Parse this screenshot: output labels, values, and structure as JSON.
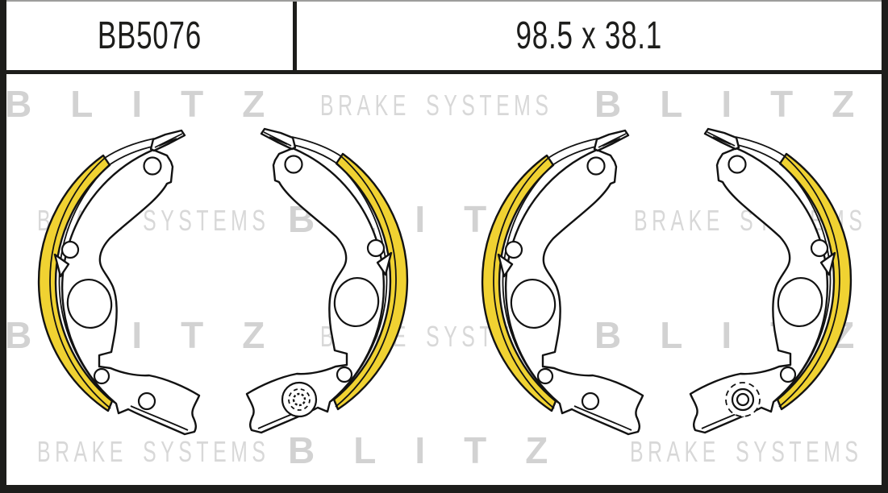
{
  "header": {
    "part_number": "BB5076",
    "size": "98.5 x 38.1"
  },
  "watermark": {
    "brand": "BLITZ",
    "tagline": "BRAKE SYSTEMS",
    "row_pattern": [
      "brand tagline brand",
      "tagline brand tagline",
      "brand tagline brand",
      "tagline brand tagline"
    ]
  },
  "drawing": {
    "shoe_count": 4,
    "pairs": 2,
    "lining_color": "#f0d232"
  },
  "colors": {
    "lining": "#f0d232",
    "outline": "#121212",
    "frame": "#1d1d1b",
    "header_text": "#1d1d1b",
    "watermark_brand": "#d2d2d2",
    "watermark_tagline": "#d8d8d8",
    "background": "#ffffff"
  }
}
